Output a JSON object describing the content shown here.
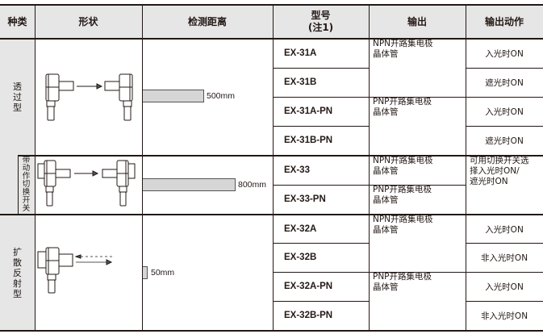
{
  "header": {
    "type": "种类",
    "shape": "形状",
    "distance": "检测距离",
    "model_line1": "型号",
    "model_line2": "(注1)",
    "output": "输出",
    "action": "输出动作"
  },
  "groups": [
    {
      "type_label": [
        "透",
        "过",
        "型"
      ],
      "distance": "500mm",
      "diagram": "thru-beam-icon",
      "rows": [
        {
          "model": "EX-31A",
          "action": "入光时ON"
        },
        {
          "model": "EX-31B",
          "action": "遮光时ON"
        },
        {
          "model": "EX-31A-PN",
          "action": "入光时ON"
        },
        {
          "model": "EX-31B-PN",
          "action": "遮光时ON"
        }
      ],
      "outputs": [
        {
          "line1": "NPN开路集电极",
          "line2": "晶体管"
        },
        {
          "line1": "PNP开路集电极",
          "line2": "晶体管"
        }
      ]
    },
    {
      "sub_label": [
        "带",
        "动",
        "作",
        "切",
        "换",
        "开",
        "关"
      ],
      "distance": "800mm",
      "diagram": "thru-beam-switch-icon",
      "rows": [
        {
          "model": "EX-33"
        },
        {
          "model": "EX-33-PN"
        }
      ],
      "outputs": [
        {
          "line1": "NPN开路集电极",
          "line2": "晶体管"
        },
        {
          "line1": "PNP开路集电极",
          "line2": "晶体管"
        }
      ],
      "action": {
        "line1": "可用切换开关选",
        "line2": "择入光时ON/",
        "line3": "遮光时ON"
      }
    },
    {
      "type_label": [
        "扩",
        "散",
        "反",
        "射",
        "型"
      ],
      "distance": "50mm",
      "diagram": "diffuse-reflective-icon",
      "rows": [
        {
          "model": "EX-32A",
          "action": "入光时ON"
        },
        {
          "model": "EX-32B",
          "action": "非入光时ON"
        },
        {
          "model": "EX-32A-PN",
          "action": "入光时ON"
        },
        {
          "model": "EX-32B-PN",
          "action": "非入光时ON"
        }
      ],
      "outputs": [
        {
          "line1": "NPN开路集电极",
          "line2": "晶体管"
        },
        {
          "line1": "PNP开路集电极",
          "line2": "晶体管"
        }
      ]
    }
  ],
  "colors": {
    "header_bg": "#e6e6e6",
    "bar_fill": "#d6d6d6",
    "line": "#231815"
  }
}
